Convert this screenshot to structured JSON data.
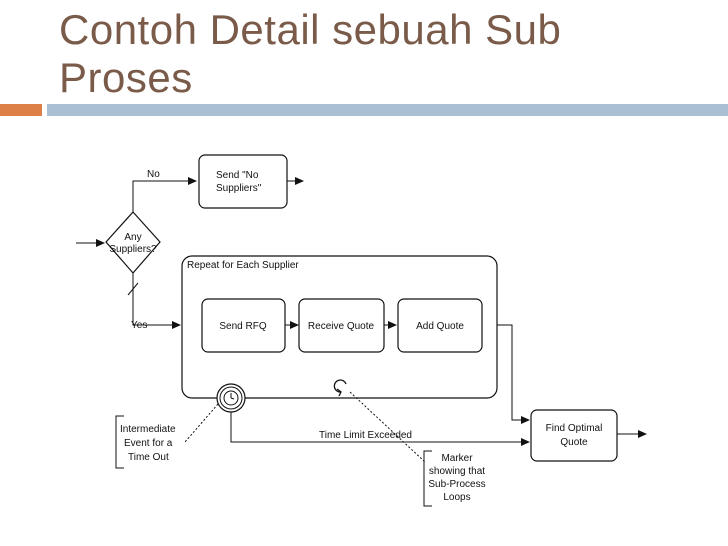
{
  "slide": {
    "title_line1": "Contoh Detail sebuah Sub",
    "title_line2": "Proses",
    "colors": {
      "title": "#7a5b49",
      "accent": "#dd8047",
      "rule": "#aabfd2"
    }
  },
  "diagram": {
    "labels": {
      "no": "No",
      "yes": "Yes",
      "time_limit": "Time Limit Exceeded"
    },
    "gateway": {
      "line1": "Any",
      "line2": "Suppliers?"
    },
    "tasks": {
      "send_no_suppliers": {
        "line1": "Send \"No",
        "line2": "Suppliers\""
      },
      "send_rfq": "Send RFQ",
      "receive_quote": "Receive Quote",
      "add_quote": "Add Quote",
      "find_optimal_quote": {
        "line1": "Find Optimal",
        "line2": "Quote"
      }
    },
    "subprocess": {
      "label": "Repeat for Each Supplier"
    },
    "annotations": {
      "intermediate_event": [
        "Intermediate",
        "Event for a",
        "Time Out"
      ],
      "loop_marker": [
        "Marker",
        "showing that",
        "Sub-Process",
        "Loops"
      ]
    },
    "icons": [
      "timer-event-icon",
      "loop-marker-icon"
    ]
  }
}
